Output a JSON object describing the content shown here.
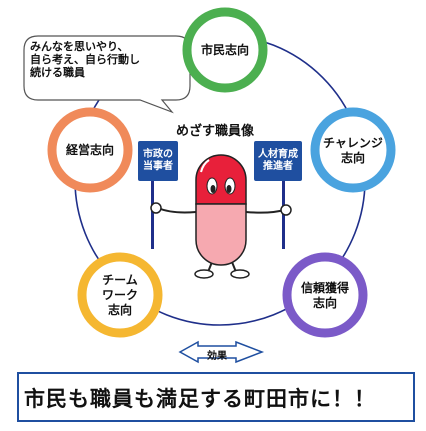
{
  "speech_bubble": {
    "text": "みんなを思いやり、\n自ら考え、自ら行動し\n続ける職員"
  },
  "center_title": "めざす職員像",
  "nodes": [
    {
      "label": "市民志向",
      "color": "#4caf50"
    },
    {
      "label": "チャレンジ\n志向",
      "color": "#4aa3df"
    },
    {
      "label": "信頼獲得\n志向",
      "color": "#7b5ac8"
    },
    {
      "label": "チーム\nワーク\n志向",
      "color": "#f5b731"
    },
    {
      "label": "経営志向",
      "color": "#f08a5a"
    }
  ],
  "signs": {
    "left": "市政の\n当事者",
    "right": "人材育成\n推進者"
  },
  "effect_label": "効果",
  "result_text": "市民も職員も満足する町田市に！！",
  "colors": {
    "ring": "#1f2f8a",
    "sign": "#1f4fa0",
    "mascot": "#e8203a"
  }
}
